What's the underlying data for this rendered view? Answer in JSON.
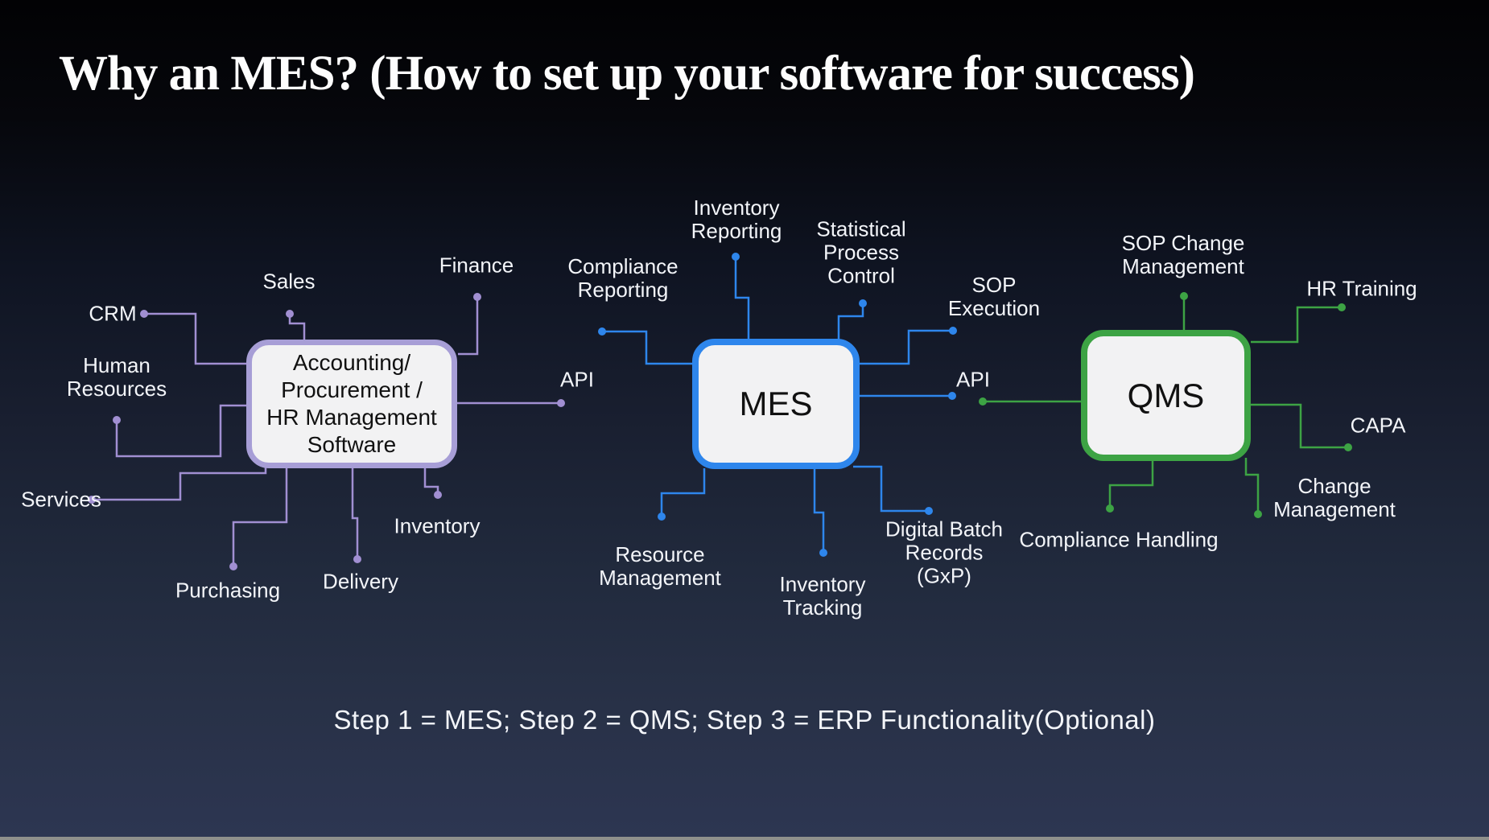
{
  "title": "Why an MES? (How to set up your software for success)",
  "caption": "Step 1 = MES; Step 2 = QMS; Step 3 = ERP Functionality(Optional)",
  "colors": {
    "bg_top": "#020204",
    "bg_bottom": "#2d3652",
    "purple": "#a18fd2",
    "purple_border": "#a79ed6",
    "blue": "#2e86ec",
    "green": "#3da344",
    "box_fill": "#f2f2f3",
    "text_light": "#f3f5f9",
    "ink": "#111111",
    "strip": "#8f908c"
  },
  "boxes": {
    "erp": {
      "lines": [
        "Accounting/",
        "Procurement /",
        "HR Management",
        "Software"
      ]
    },
    "mes": {
      "label": "MES"
    },
    "qms": {
      "label": "QMS"
    }
  },
  "nodes": {
    "crm": {
      "lines": [
        "CRM"
      ]
    },
    "sales": {
      "lines": [
        "Sales"
      ]
    },
    "finance": {
      "lines": [
        "Finance"
      ]
    },
    "human_resources": {
      "lines": [
        "Human",
        "Resources"
      ]
    },
    "services": {
      "lines": [
        "Services"
      ]
    },
    "purchasing": {
      "lines": [
        "Purchasing"
      ]
    },
    "delivery": {
      "lines": [
        "Delivery"
      ]
    },
    "inventory": {
      "lines": [
        "Inventory"
      ]
    },
    "api_left": {
      "lines": [
        "API"
      ]
    },
    "compliance_reporting": {
      "lines": [
        "Compliance",
        "Reporting"
      ]
    },
    "inventory_reporting": {
      "lines": [
        "Inventory",
        "Reporting"
      ]
    },
    "statistical_process_control": {
      "lines": [
        "Statistical",
        "Process",
        "Control"
      ]
    },
    "sop_execution": {
      "lines": [
        "SOP",
        "Execution"
      ]
    },
    "api_right": {
      "lines": [
        "API"
      ]
    },
    "resource_management": {
      "lines": [
        "Resource",
        "Management"
      ]
    },
    "inventory_tracking": {
      "lines": [
        "Inventory",
        "Tracking"
      ]
    },
    "digital_batch_records": {
      "lines": [
        "Digital Batch",
        "Records",
        "(GxP)"
      ]
    },
    "sop_change_management": {
      "lines": [
        "SOP Change",
        "Management"
      ]
    },
    "hr_training": {
      "lines": [
        "HR Training"
      ]
    },
    "capa": {
      "lines": [
        "CAPA"
      ]
    },
    "change_management": {
      "lines": [
        "Change",
        "Management"
      ]
    },
    "compliance_handling": {
      "lines": [
        "Compliance Handling"
      ]
    }
  }
}
